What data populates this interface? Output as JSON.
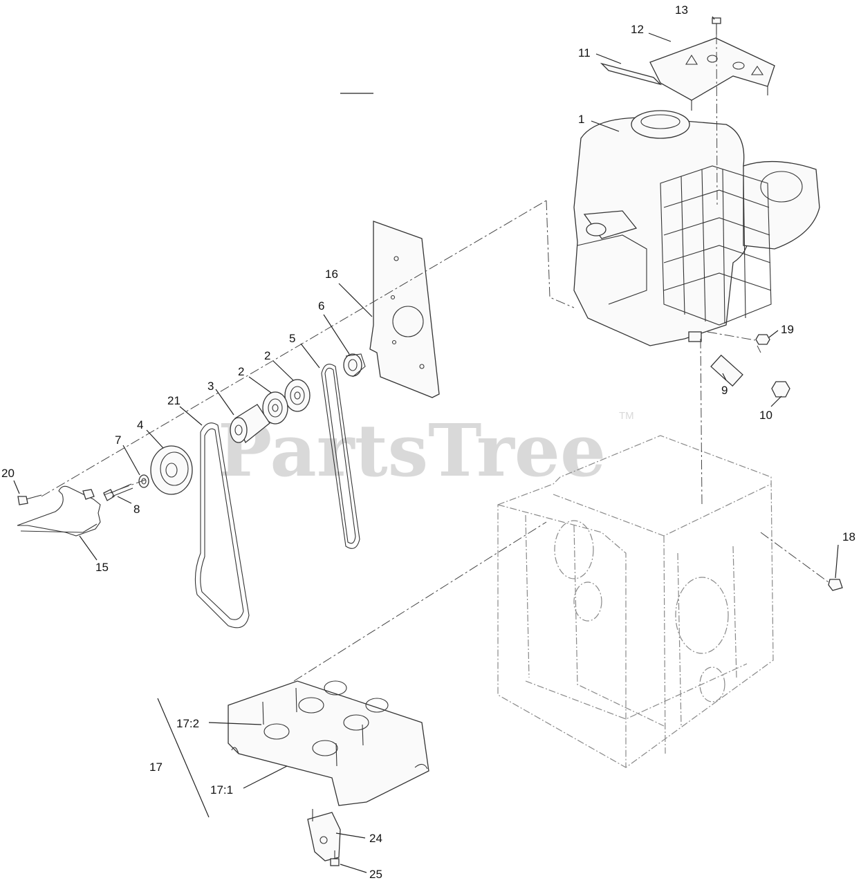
{
  "watermark": {
    "text": "PartsTree",
    "trademark": "TM"
  },
  "callouts": {
    "c1": "1",
    "c2a": "2",
    "c2b": "2",
    "c3": "3",
    "c4": "4",
    "c5": "5",
    "c6": "6",
    "c7": "7",
    "c8": "8",
    "c9": "9",
    "c10": "10",
    "c11": "11",
    "c12": "12",
    "c13": "13",
    "c15": "15",
    "c16": "16",
    "c17": "17",
    "c17_1": "17:1",
    "c17_2": "17:2",
    "c18": "18",
    "c19": "19",
    "c20": "20",
    "c21": "21",
    "c24": "24",
    "c25": "25"
  }
}
